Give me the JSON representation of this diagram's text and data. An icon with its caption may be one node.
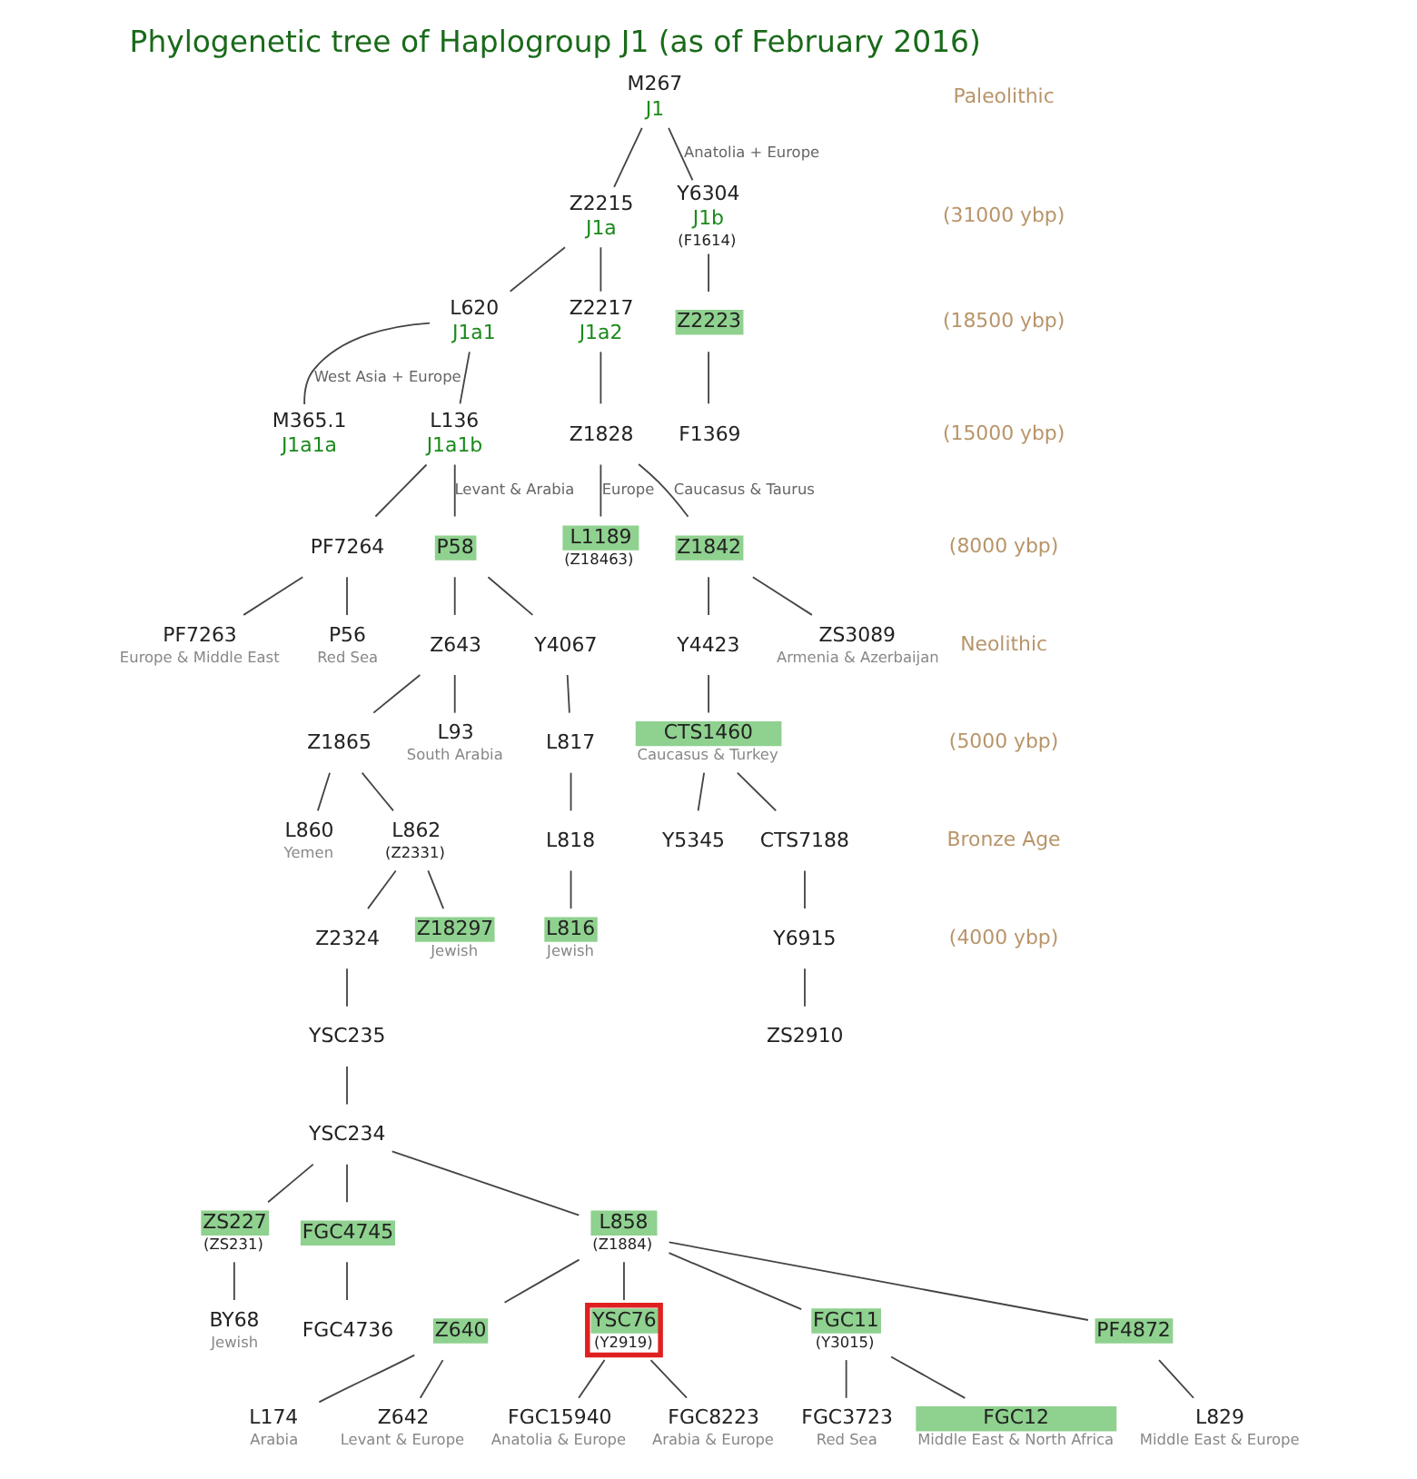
{
  "diagram": {
    "title": "Phylogenetic tree of Haplogroup J1 (as of February 2016)",
    "nodes": [
      {
        "text": [
          "M267",
          "J1"
        ]
      },
      {
        "text": [
          "Z2215",
          "J1a"
        ]
      },
      {
        "text": [
          "Y6304",
          "J1b",
          "(F1614)"
        ]
      },
      {
        "text": [
          "L620",
          "J1a1"
        ]
      },
      {
        "text": [
          "Z2217",
          "J1a2"
        ]
      },
      {
        "text": [
          "Z2223"
        ]
      },
      {
        "text": [
          "M365.1",
          "J1a1a"
        ]
      },
      {
        "text": [
          "L136",
          "J1a1b"
        ]
      },
      {
        "text": [
          "Z1828"
        ]
      },
      {
        "text": [
          "F1369"
        ]
      },
      {
        "text": [
          "PF7264"
        ]
      },
      {
        "text": [
          "P58"
        ]
      },
      {
        "text": [
          "L1189",
          "(Z18463)"
        ]
      },
      {
        "text": [
          "Z1842"
        ]
      },
      {
        "text": [
          "PF7263",
          "Europe & Middle East"
        ]
      },
      {
        "text": [
          "P56",
          "Red Sea"
        ]
      },
      {
        "text": [
          "Z643"
        ]
      },
      {
        "text": [
          "Y4067"
        ]
      },
      {
        "text": [
          "Z1865"
        ]
      },
      {
        "text": [
          "L93",
          "South Arabia"
        ]
      },
      {
        "text": [
          "L817"
        ]
      },
      {
        "text": [
          "Y4423"
        ]
      },
      {
        "text": [
          "ZS3089",
          "Armenia & Azerbaijan"
        ]
      },
      {
        "text": [
          "L860",
          "Yemen"
        ]
      },
      {
        "text": [
          "L862",
          "(Z2331)"
        ]
      },
      {
        "text": [
          "L818"
        ]
      },
      {
        "text": [
          "CTS1460",
          "Caucasus & Turkey"
        ]
      },
      {
        "text": [
          "Z2324"
        ]
      },
      {
        "text": [
          "Z18297",
          "Jewish"
        ]
      },
      {
        "text": [
          "L816",
          "Jewish"
        ]
      },
      {
        "text": [
          "Y5345"
        ]
      },
      {
        "text": [
          "CTS7188"
        ]
      },
      {
        "text": [
          "YSC235"
        ]
      },
      {
        "text": [
          "Y6915"
        ]
      },
      {
        "text": [
          "YSC234"
        ]
      },
      {
        "text": [
          "ZS2910"
        ]
      },
      {
        "text": [
          "ZS227",
          "(ZS231)"
        ]
      },
      {
        "text": [
          "FGC4745"
        ]
      },
      {
        "text": [
          "L858",
          "(Z1884)"
        ]
      },
      {
        "text": [
          "BY68",
          "Jewish"
        ]
      },
      {
        "text": [
          "FGC4736"
        ]
      },
      {
        "text": [
          "Z640"
        ]
      },
      {
        "text": [
          "YSC76",
          "(Y2919)"
        ]
      },
      {
        "text": [
          "FGC11",
          "(Y3015)"
        ]
      },
      {
        "text": [
          "PF4872"
        ]
      },
      {
        "text": [
          "L174",
          "Arabia"
        ]
      },
      {
        "text": [
          "Z642",
          "Levant & Europe"
        ]
      },
      {
        "text": [
          "FGC15940",
          "Anatolia & Europe"
        ]
      },
      {
        "text": [
          "FGC8223",
          "Arabia & Europe"
        ]
      },
      {
        "text": [
          "FGC3723",
          "Red Sea"
        ]
      },
      {
        "text": [
          "FGC12",
          "Middle East & North Africa"
        ]
      },
      {
        "text": [
          "L829",
          "Middle East & Europe"
        ]
      }
    ],
    "edges": [
      {
        "from": 0,
        "to": 1,
        "arrow": "none"
      },
      {
        "from": 0,
        "to": 2,
        "arrow": "none",
        "label": "Anatolia + Europe"
      },
      {
        "from": 1,
        "to": 3,
        "arrow": "none"
      },
      {
        "from": 1,
        "to": 4,
        "arrow": "none"
      },
      {
        "from": 2,
        "to": 5,
        "arrow": "none"
      },
      {
        "from": 3,
        "to": 6,
        "arrow": "none",
        "label": "West Asia + Europe"
      },
      {
        "from": 3,
        "to": 7,
        "arrow": "none"
      },
      {
        "from": 4,
        "to": 8,
        "arrow": "none"
      },
      {
        "from": 5,
        "to": 9,
        "arrow": "none"
      },
      {
        "from": 7,
        "to": 10,
        "arrow": "none"
      },
      {
        "from": 7,
        "to": 11,
        "arrow": "none",
        "label": "Levant & Arabia"
      },
      {
        "from": 8,
        "to": 12,
        "arrow": "none",
        "label": "Europe"
      },
      {
        "from": 8,
        "to": 13,
        "arrow": "none",
        "label": "Caucasus & Taurus"
      },
      {
        "from": 10,
        "to": 14,
        "arrow": "none"
      },
      {
        "from": 10,
        "to": 15,
        "arrow": "none"
      },
      {
        "from": 11,
        "to": 16,
        "arrow": "none"
      },
      {
        "from": 11,
        "to": 17,
        "arrow": "none"
      },
      {
        "from": 13,
        "to": 21,
        "arrow": "none"
      },
      {
        "from": 13,
        "to": 22,
        "arrow": "none"
      },
      {
        "from": 16,
        "to": 18,
        "arrow": "none"
      },
      {
        "from": 16,
        "to": 19,
        "arrow": "none"
      },
      {
        "from": 17,
        "to": 20,
        "arrow": "none"
      },
      {
        "from": 18,
        "to": 23,
        "arrow": "none"
      },
      {
        "from": 18,
        "to": 24,
        "arrow": "none"
      },
      {
        "from": 20,
        "to": 25,
        "arrow": "none"
      },
      {
        "from": 21,
        "to": 26,
        "arrow": "none"
      },
      {
        "from": 24,
        "to": 27,
        "arrow": "none"
      },
      {
        "from": 24,
        "to": 28,
        "arrow": "none"
      },
      {
        "from": 25,
        "to": 29,
        "arrow": "none"
      },
      {
        "from": 26,
        "to": 30,
        "arrow": "none"
      },
      {
        "from": 26,
        "to": 31,
        "arrow": "none"
      },
      {
        "from": 27,
        "to": 32,
        "arrow": "none"
      },
      {
        "from": 31,
        "to": 33,
        "arrow": "none"
      },
      {
        "from": 32,
        "to": 34,
        "arrow": "none"
      },
      {
        "from": 33,
        "to": 35,
        "arrow": "none"
      },
      {
        "from": 34,
        "to": 36,
        "arrow": "none"
      },
      {
        "from": 34,
        "to": 37,
        "arrow": "none"
      },
      {
        "from": 34,
        "to": 38,
        "arrow": "none"
      },
      {
        "from": 36,
        "to": 39,
        "arrow": "none"
      },
      {
        "from": 37,
        "to": 40,
        "arrow": "none"
      },
      {
        "from": 38,
        "to": 41,
        "arrow": "none"
      },
      {
        "from": 38,
        "to": 42,
        "arrow": "none"
      },
      {
        "from": 38,
        "to": 43,
        "arrow": "none"
      },
      {
        "from": 38,
        "to": 44,
        "arrow": "none"
      },
      {
        "from": 41,
        "to": 45,
        "arrow": "none"
      },
      {
        "from": 41,
        "to": 46,
        "arrow": "none"
      },
      {
        "from": 42,
        "to": 47,
        "arrow": "none"
      },
      {
        "from": 42,
        "to": 48,
        "arrow": "none"
      },
      {
        "from": 43,
        "to": 49,
        "arrow": "none"
      },
      {
        "from": 43,
        "to": 50,
        "arrow": "none"
      },
      {
        "from": 44,
        "to": 51,
        "arrow": "none"
      }
    ],
    "labels": [
      "Paleolithic",
      "(31000 ybp)",
      "(18500 ybp)",
      "(15000 ybp)",
      "(8000 ybp)",
      "Neolithic",
      "(5000 ybp)",
      "Bronze Age",
      "(4000 ybp)"
    ]
  }
}
